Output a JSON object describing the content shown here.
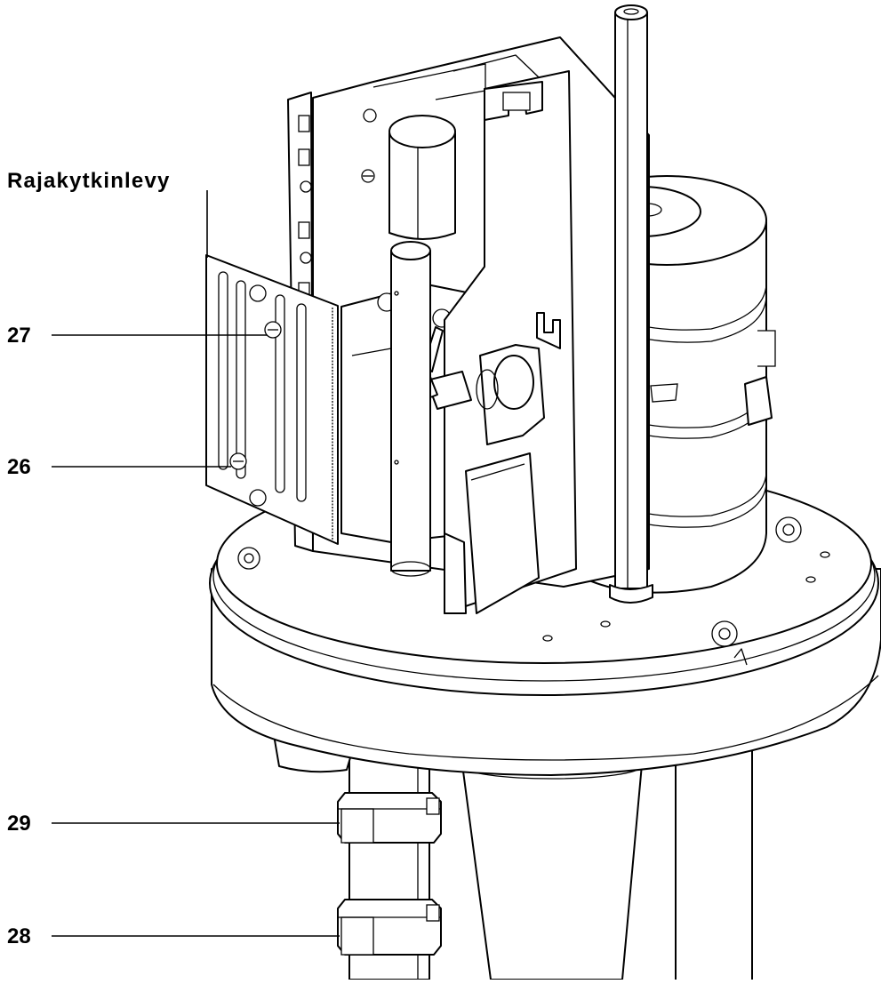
{
  "labels": {
    "title": "Rajakytkinlevy",
    "c27": "27",
    "c26": "26",
    "c29": "29",
    "c28": "28"
  },
  "colors": {
    "line": "#000000",
    "background": "#ffffff"
  }
}
